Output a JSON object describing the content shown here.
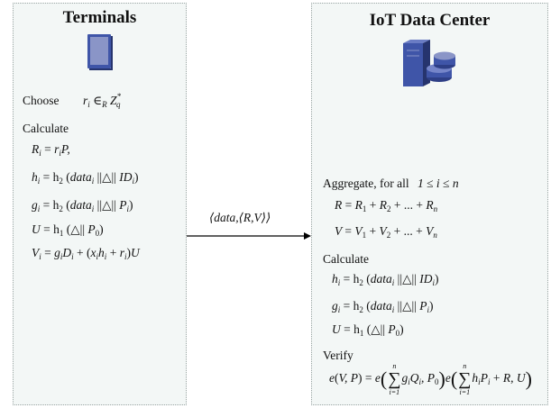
{
  "terminals": {
    "title": "Terminals",
    "choose_label": "Choose",
    "calculate_label": "Calculate",
    "icon": "terminal-device-icon"
  },
  "data_center": {
    "title": "IoT Data Center",
    "aggregate_label": "Aggregate, for all",
    "calculate_label": "Calculate",
    "verify_label": "Verify",
    "icon": "database-server-icon"
  },
  "message": "⟨data,⟨R,V⟩⟩",
  "colors": {
    "panel_bg": "#f3f7f6",
    "icon_blue": "#3f55a8",
    "text": "#111111"
  }
}
